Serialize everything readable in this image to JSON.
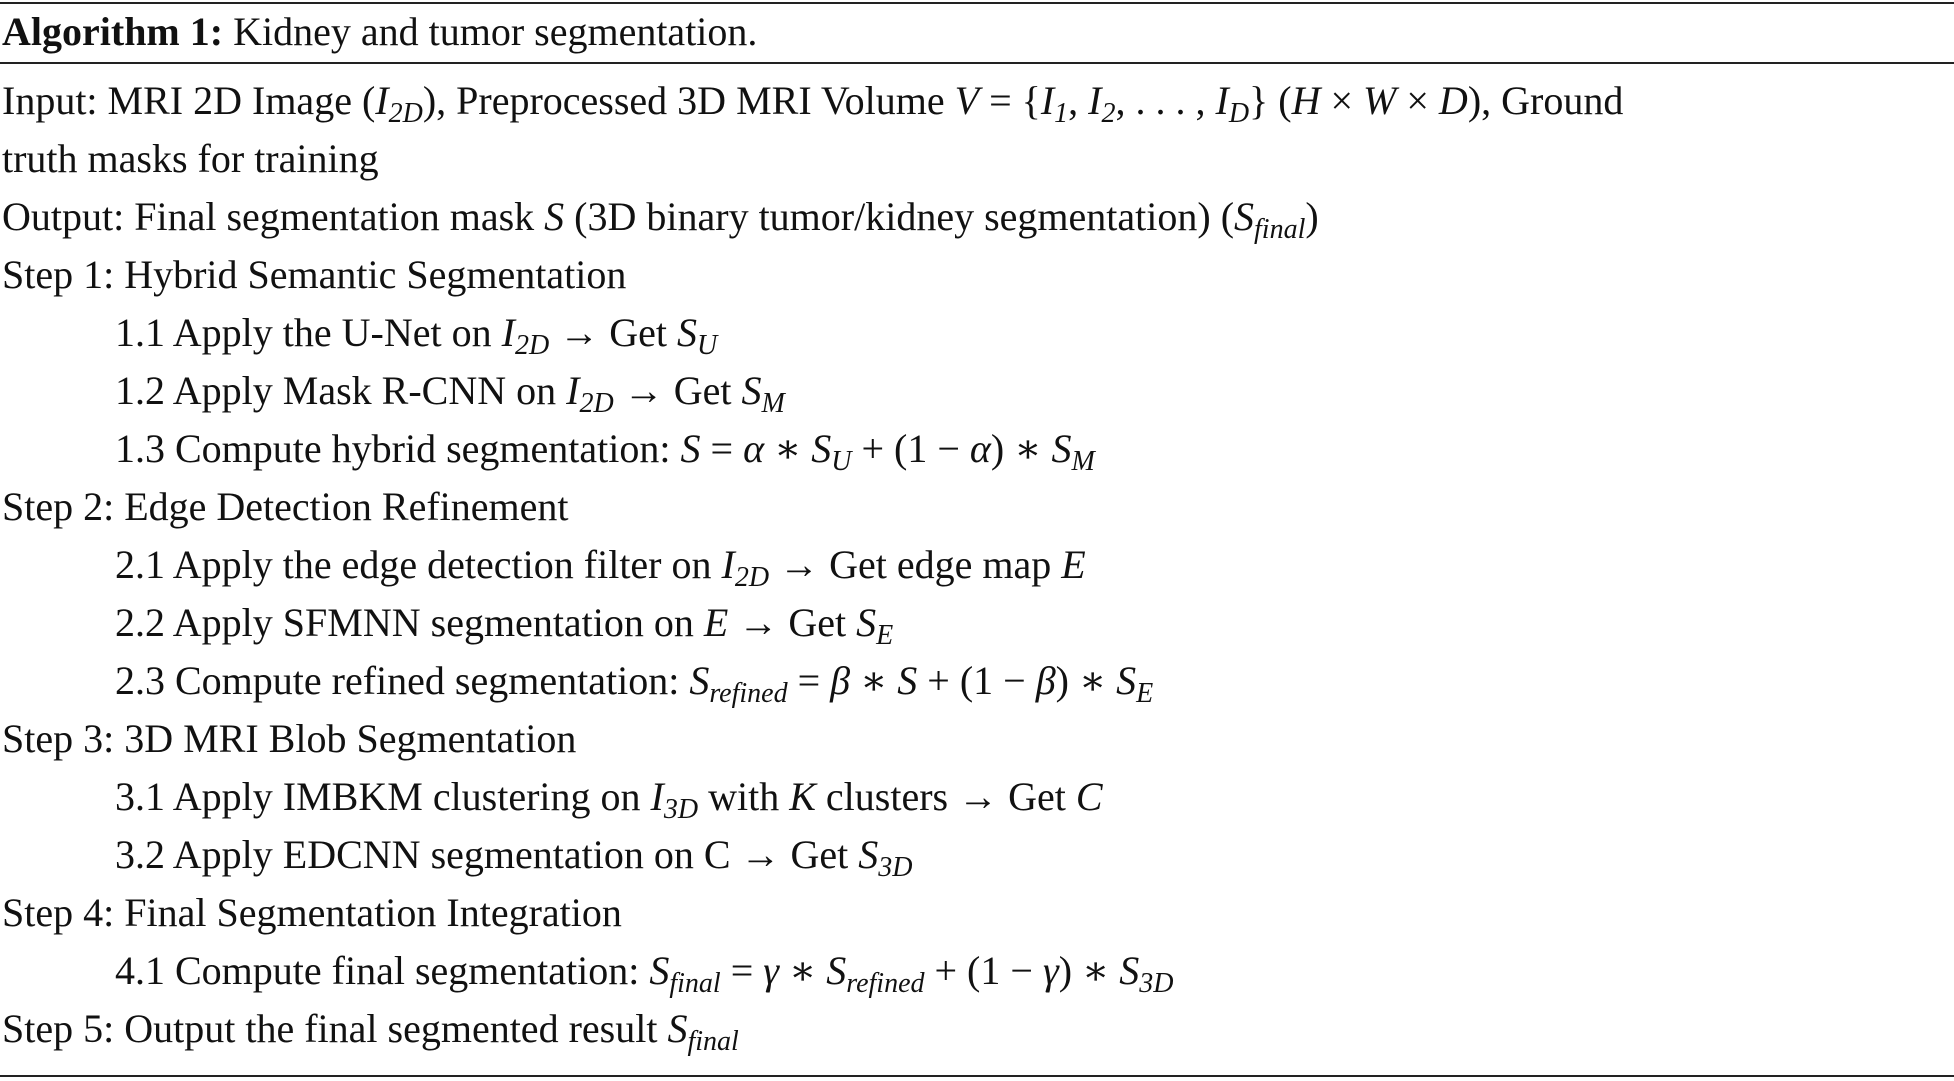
{
  "caption": {
    "label": "Algorithm 1:",
    "title": " Kidney and tumor segmentation."
  },
  "lines": [
    {
      "id": "input-line-1",
      "indent": false,
      "segments": [
        {
          "t": "Input: MRI 2D Image (",
          "k": "n"
        },
        {
          "t": "I",
          "k": "m"
        },
        {
          "t": "2D",
          "k": "s"
        },
        {
          "t": "), Preprocessed 3D MRI Volume ",
          "k": "n"
        },
        {
          "t": "V",
          "k": "m"
        },
        {
          "t": " = {",
          "k": "n"
        },
        {
          "t": "I",
          "k": "m"
        },
        {
          "t": "1",
          "k": "s"
        },
        {
          "t": ", ",
          "k": "n"
        },
        {
          "t": "I",
          "k": "m"
        },
        {
          "t": "2",
          "k": "s"
        },
        {
          "t": ", . . . , ",
          "k": "n"
        },
        {
          "t": "I",
          "k": "m"
        },
        {
          "t": "D",
          "k": "s"
        },
        {
          "t": "} (",
          "k": "n"
        },
        {
          "t": "H",
          "k": "m"
        },
        {
          "t": " × ",
          "k": "n"
        },
        {
          "t": "W",
          "k": "m"
        },
        {
          "t": " × ",
          "k": "n"
        },
        {
          "t": "D",
          "k": "m"
        },
        {
          "t": "), Ground",
          "k": "n"
        }
      ]
    },
    {
      "id": "input-line-2",
      "indent": false,
      "segments": [
        {
          "t": "truth masks for training",
          "k": "n"
        }
      ]
    },
    {
      "id": "output-line",
      "indent": false,
      "segments": [
        {
          "t": "Output: Final segmentation mask ",
          "k": "n"
        },
        {
          "t": "S",
          "k": "m"
        },
        {
          "t": "  (3D binary tumor/kidney segmentation) (",
          "k": "n"
        },
        {
          "t": "S",
          "k": "m"
        },
        {
          "t": "final",
          "k": "s"
        },
        {
          "t": ")",
          "k": "n"
        }
      ]
    },
    {
      "id": "step-1",
      "indent": false,
      "segments": [
        {
          "t": "Step 1: Hybrid Semantic Segmentation",
          "k": "n"
        }
      ]
    },
    {
      "id": "step-1-1",
      "indent": true,
      "segments": [
        {
          "t": "1.1 Apply the U-Net on ",
          "k": "n"
        },
        {
          "t": "I",
          "k": "m"
        },
        {
          "t": "2D",
          "k": "s"
        },
        {
          "t": "   → Get ",
          "k": "n"
        },
        {
          "t": "S",
          "k": "m"
        },
        {
          "t": "U",
          "k": "s"
        }
      ]
    },
    {
      "id": "step-1-2",
      "indent": true,
      "segments": [
        {
          "t": "1.2 Apply Mask R-CNN on ",
          "k": "n"
        },
        {
          "t": "I",
          "k": "m"
        },
        {
          "t": "2D",
          "k": "s"
        },
        {
          "t": "   → Get ",
          "k": "n"
        },
        {
          "t": "S",
          "k": "m"
        },
        {
          "t": "M",
          "k": "s"
        }
      ]
    },
    {
      "id": "step-1-3",
      "indent": true,
      "segments": [
        {
          "t": "1.3 Compute hybrid segmentation: ",
          "k": "n"
        },
        {
          "t": "S",
          "k": "m"
        },
        {
          "t": " = ",
          "k": "n"
        },
        {
          "t": "α",
          "k": "m"
        },
        {
          "t": " ∗ ",
          "k": "n"
        },
        {
          "t": "S",
          "k": "m"
        },
        {
          "t": "U",
          "k": "s"
        },
        {
          "t": " + (1 − ",
          "k": "n"
        },
        {
          "t": "α",
          "k": "m"
        },
        {
          "t": ") ∗ ",
          "k": "n"
        },
        {
          "t": "S",
          "k": "m"
        },
        {
          "t": "M",
          "k": "s"
        }
      ]
    },
    {
      "id": "step-2",
      "indent": false,
      "segments": [
        {
          "t": "Step 2: Edge Detection Refinement",
          "k": "n"
        }
      ]
    },
    {
      "id": "step-2-1",
      "indent": true,
      "segments": [
        {
          "t": "2.1 Apply the edge detection filter on ",
          "k": "n"
        },
        {
          "t": "I",
          "k": "m"
        },
        {
          "t": "2D",
          "k": "s"
        },
        {
          "t": "   → Get edge map ",
          "k": "n"
        },
        {
          "t": "E",
          "k": "m"
        }
      ]
    },
    {
      "id": "step-2-2",
      "indent": true,
      "segments": [
        {
          "t": "2.2 Apply SFMNN segmentation on ",
          "k": "n"
        },
        {
          "t": "E",
          "k": "m"
        },
        {
          "t": "   → Get ",
          "k": "n"
        },
        {
          "t": "S",
          "k": "m"
        },
        {
          "t": "E",
          "k": "s"
        }
      ]
    },
    {
      "id": "step-2-3",
      "indent": true,
      "segments": [
        {
          "t": "2.3 Compute refined segmentation: ",
          "k": "n"
        },
        {
          "t": "S",
          "k": "m"
        },
        {
          "t": "refined",
          "k": "s"
        },
        {
          "t": " = ",
          "k": "n"
        },
        {
          "t": "β",
          "k": "m"
        },
        {
          "t": " ∗ ",
          "k": "n"
        },
        {
          "t": "S",
          "k": "m"
        },
        {
          "t": " + (1 − ",
          "k": "n"
        },
        {
          "t": "β",
          "k": "m"
        },
        {
          "t": ") ∗ ",
          "k": "n"
        },
        {
          "t": "S",
          "k": "m"
        },
        {
          "t": "E",
          "k": "s"
        }
      ]
    },
    {
      "id": "step-3",
      "indent": false,
      "segments": [
        {
          "t": "Step 3: 3D MRI Blob Segmentation",
          "k": "n"
        }
      ]
    },
    {
      "id": "step-3-1",
      "indent": true,
      "segments": [
        {
          "t": "3.1 Apply IMBKM clustering on ",
          "k": "n"
        },
        {
          "t": "I",
          "k": "m"
        },
        {
          "t": "3D",
          "k": "s"
        },
        {
          "t": "  with ",
          "k": "n"
        },
        {
          "t": "K",
          "k": "m"
        },
        {
          "t": "  clusters → Get ",
          "k": "n"
        },
        {
          "t": "C",
          "k": "m"
        }
      ]
    },
    {
      "id": "step-3-2",
      "indent": true,
      "segments": [
        {
          "t": "3.2 Apply EDCNN segmentation on C → Get ",
          "k": "n"
        },
        {
          "t": "S",
          "k": "m"
        },
        {
          "t": "3D",
          "k": "s"
        }
      ]
    },
    {
      "id": "step-4",
      "indent": false,
      "segments": [
        {
          "t": "Step 4: Final Segmentation Integration",
          "k": "n"
        }
      ]
    },
    {
      "id": "step-4-1",
      "indent": true,
      "segments": [
        {
          "t": "4.1 Compute final segmentation: ",
          "k": "n"
        },
        {
          "t": "S",
          "k": "m"
        },
        {
          "t": "final",
          "k": "s"
        },
        {
          "t": " = ",
          "k": "n"
        },
        {
          "t": "γ",
          "k": "m"
        },
        {
          "t": " ∗ ",
          "k": "n"
        },
        {
          "t": "S",
          "k": "m"
        },
        {
          "t": "refined",
          "k": "s"
        },
        {
          "t": " + (1 − ",
          "k": "n"
        },
        {
          "t": "γ",
          "k": "m"
        },
        {
          "t": ") ∗ ",
          "k": "n"
        },
        {
          "t": "S",
          "k": "m"
        },
        {
          "t": "3D",
          "k": "s"
        }
      ]
    },
    {
      "id": "step-5",
      "indent": false,
      "segments": [
        {
          "t": "Step 5: Output the final segmented result ",
          "k": "n"
        },
        {
          "t": "S",
          "k": "m"
        },
        {
          "t": "final",
          "k": "s"
        }
      ]
    }
  ]
}
